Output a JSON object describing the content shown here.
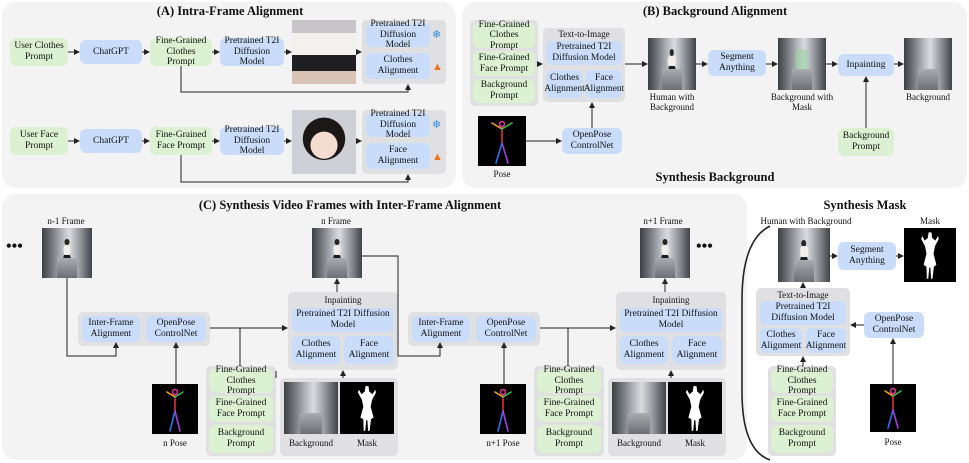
{
  "panel_a": {
    "title": "(A) Intra-Frame Alignment",
    "row1": {
      "input": "User Clothes Prompt",
      "llm": "ChatGPT",
      "fine": "Fine-Grained Clothes Prompt",
      "t2i": "Pretrained T2I Diffusion Model",
      "model": "Pretrained T2I Diffusion Model",
      "align": "Clothes Alignment"
    },
    "row2": {
      "input": "User Face Prompt",
      "llm": "ChatGPT",
      "fine": "Fine-Grained Face Prompt",
      "t2i": "Pretrained T2I Diffusion Model",
      "model": "Pretrained T2I Diffusion Model",
      "align": "Face Alignment"
    }
  },
  "panel_b": {
    "title": "(B) Background Alignment",
    "prompts": [
      "Fine-Grained Clothes Prompt",
      "Fine-Grained Face Prompt",
      "Background Prompt"
    ],
    "t2i_header": "Text-to-Image",
    "t2i_model": "Pretrained T2I Diffusion Model",
    "clothes_align": "Clothes Alignment",
    "face_align": "Face Alignment",
    "openpose": "OpenPose ControlNet",
    "pose_label": "Pose",
    "human_label": "Human with Background",
    "segment": "Segment Anything",
    "bg_mask_label": "Background with Mask",
    "inpainting": "Inpainting",
    "background_label": "Background",
    "bg_prompt": "Background Prompt",
    "caption": "Synthesis Background"
  },
  "panel_c": {
    "title": "(C) Synthesis Video Frames with Inter-Frame Alignment",
    "n1_frame": "n-1 Frame",
    "n_frame": "n Frame",
    "np1_frame": "n+1 Frame",
    "ellipsis": "•••",
    "inter_frame": "Inter-Frame Alignment",
    "openpose": "OpenPose ControlNet",
    "inpainting": "Inpainting",
    "model": "Pretrained T2I Diffusion Model",
    "clothes_align": "Clothes Alignment",
    "face_align": "Face Alignment",
    "prompts": [
      "Fine-Grained Clothes Prompt",
      "Fine-Grained Face Prompt",
      "Background Prompt"
    ],
    "background_label": "Background",
    "mask_label": "Mask",
    "n_pose": "n Pose",
    "np1_pose": "n+1 Pose"
  },
  "panel_d": {
    "title": "Synthesis Mask",
    "human_label": "Human with Background",
    "mask_label": "Mask",
    "segment": "Segment Anything",
    "t2i_header": "Text-to-Image",
    "model": "Pretrained T2I Diffusion Model",
    "clothes_align": "Clothes Alignment",
    "face_align": "Face Alignment",
    "openpose": "OpenPose ControlNet",
    "prompts": [
      "Fine-Grained Clothes Prompt",
      "Fine-Grained Face Prompt",
      "Background Prompt"
    ],
    "pose_label": "Pose"
  },
  "colors": {
    "green": "#dcf0d2",
    "blue": "#c9dcfa",
    "gray": "#e0e0e2",
    "panel": "#f3f3f4"
  },
  "icons": [
    "snowflake-icon",
    "fire-icon"
  ]
}
